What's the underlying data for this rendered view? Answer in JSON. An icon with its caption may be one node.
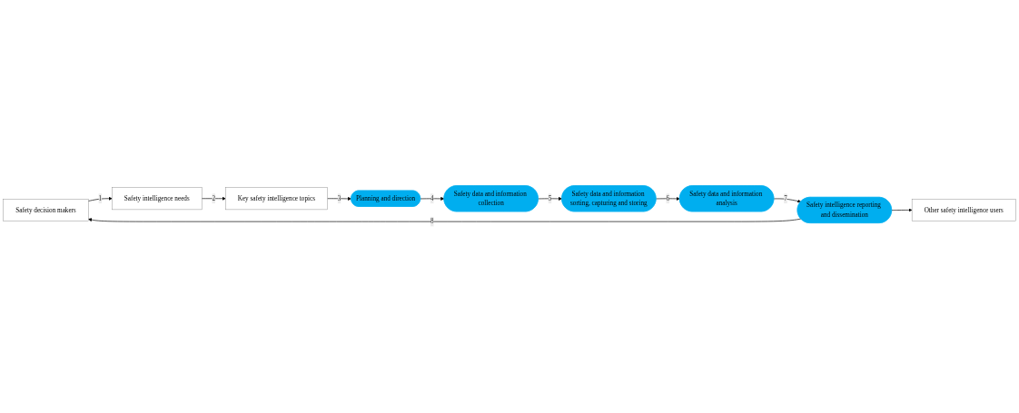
{
  "diagram": {
    "nodes": [
      {
        "text": [
          "Safety decision makers"
        ]
      },
      {
        "text": [
          "Safety intelligence needs"
        ]
      },
      {
        "text": [
          "Key safety intelligence topics"
        ]
      },
      {
        "text": [
          "Planning and direction"
        ]
      },
      {
        "text": [
          "Safety data and information collection"
        ]
      },
      {
        "text": [
          "Safety data and information sorting, capturing and storing"
        ]
      },
      {
        "text": [
          "Safety data and information analysis"
        ]
      },
      {
        "text": [
          "Safety intelligence reporting and dissemination"
        ]
      },
      {
        "text": [
          "Other safety intelligence users"
        ]
      }
    ],
    "edges": [
      {
        "from": 0,
        "to": 1,
        "arrow": "to",
        "label": "1"
      },
      {
        "from": 1,
        "to": 2,
        "arrow": "to",
        "label": "2"
      },
      {
        "from": 2,
        "to": 3,
        "arrow": "to",
        "label": "3"
      },
      {
        "from": 3,
        "to": 4,
        "arrow": "to",
        "label": "4"
      },
      {
        "from": 4,
        "to": 5,
        "arrow": "to",
        "label": "5"
      },
      {
        "from": 5,
        "to": 6,
        "arrow": "to",
        "label": "6"
      },
      {
        "from": 6,
        "to": 7,
        "arrow": "to",
        "label": "7"
      },
      {
        "from": 7,
        "to": 0,
        "arrow": "to",
        "label": "8"
      },
      {
        "from": 7,
        "to": 8,
        "arrow": "to"
      }
    ]
  }
}
